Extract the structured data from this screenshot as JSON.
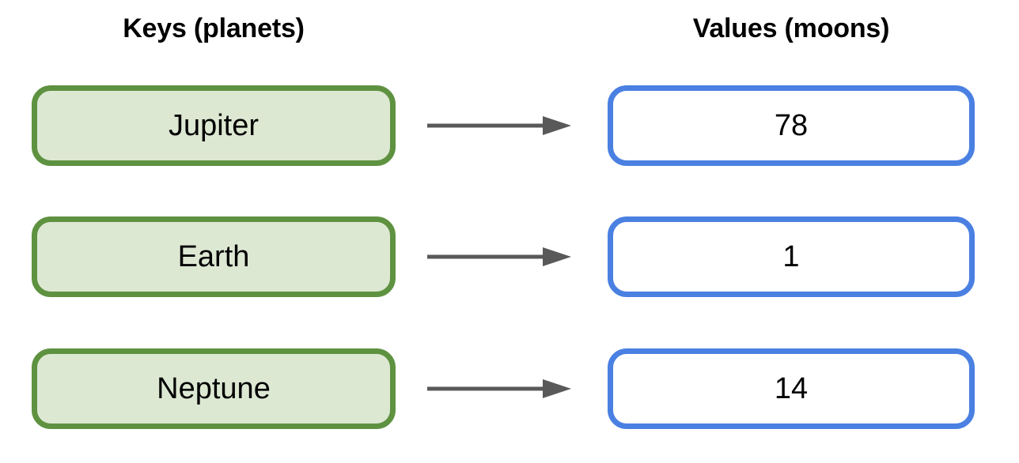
{
  "columns": {
    "keys_header": "Keys (planets)",
    "values_header": "Values (moons)"
  },
  "colors": {
    "key_border": "#5e9240",
    "key_fill": "#dde8d3",
    "value_border": "#4a80e2",
    "value_fill": "#ffffff",
    "arrow": "#595959",
    "text": "#000000",
    "background": "#ffffff"
  },
  "mappings": [
    {
      "key": "Jupiter",
      "value": "78",
      "arrow_icon": "right-arrow-icon"
    },
    {
      "key": "Earth",
      "value": "1",
      "arrow_icon": "right-arrow-icon"
    },
    {
      "key": "Neptune",
      "value": "14",
      "arrow_icon": "right-arrow-icon"
    }
  ]
}
